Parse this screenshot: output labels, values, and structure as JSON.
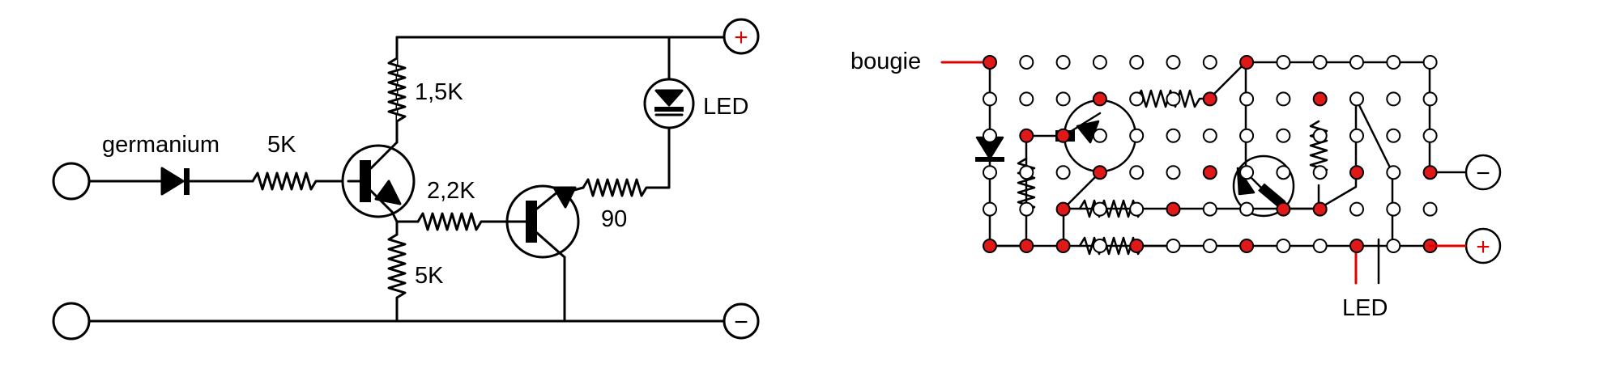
{
  "colors": {
    "wire": "#000000",
    "accent": "#e00000",
    "dot_fill": "#e01818"
  },
  "schematic": {
    "labels": {
      "germanium": "germanium",
      "r_input": "5K",
      "r_top": "1,5K",
      "r_mid": "2,2K",
      "r_bottom": "5K",
      "r_led": "90",
      "led": "LED"
    },
    "terminals": {
      "plus": "+",
      "minus": "−"
    }
  },
  "board": {
    "labels": {
      "bougie": "bougie",
      "led": "LED"
    },
    "terminals": {
      "plus": "+",
      "minus": "−"
    },
    "grid": {
      "cols": 13,
      "rows": 6
    },
    "red_holes": [
      [
        0,
        0
      ],
      [
        6,
        1
      ],
      [
        7,
        0
      ],
      [
        9,
        1
      ],
      [
        1,
        2
      ],
      [
        2,
        2
      ],
      [
        3,
        1
      ],
      [
        3,
        3
      ],
      [
        10,
        3
      ],
      [
        12,
        3
      ],
      [
        5,
        4
      ],
      [
        6,
        3
      ],
      [
        8,
        4
      ],
      [
        7,
        5
      ],
      [
        0,
        5
      ],
      [
        1,
        5
      ],
      [
        2,
        4
      ],
      [
        2,
        5
      ],
      [
        4,
        5
      ],
      [
        9,
        4
      ],
      [
        12,
        5
      ],
      [
        10,
        5
      ]
    ]
  }
}
